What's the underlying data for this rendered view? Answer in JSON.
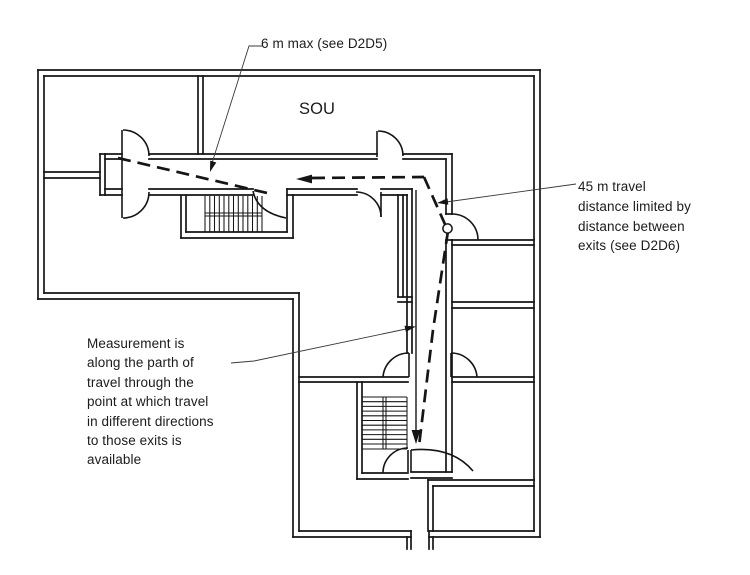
{
  "figure": {
    "room_label": "SOU",
    "annotations": {
      "max_6m": "6 m max (see D2D5)",
      "travel_45m": "45 m travel\ndistance limited by\ndistance between\nexits (see D2D6)",
      "measurement": "Measurement is\nalong the parth of\ntravel through the\npoint at which travel\nin different directions\nto those exits is\navailable"
    },
    "references": {
      "dead_end_clause": "D2D5",
      "between_exits_clause": "D2D6"
    },
    "colors": {
      "line": "#151515",
      "leader": "#3a3a3a",
      "background": "#ffffff"
    }
  }
}
